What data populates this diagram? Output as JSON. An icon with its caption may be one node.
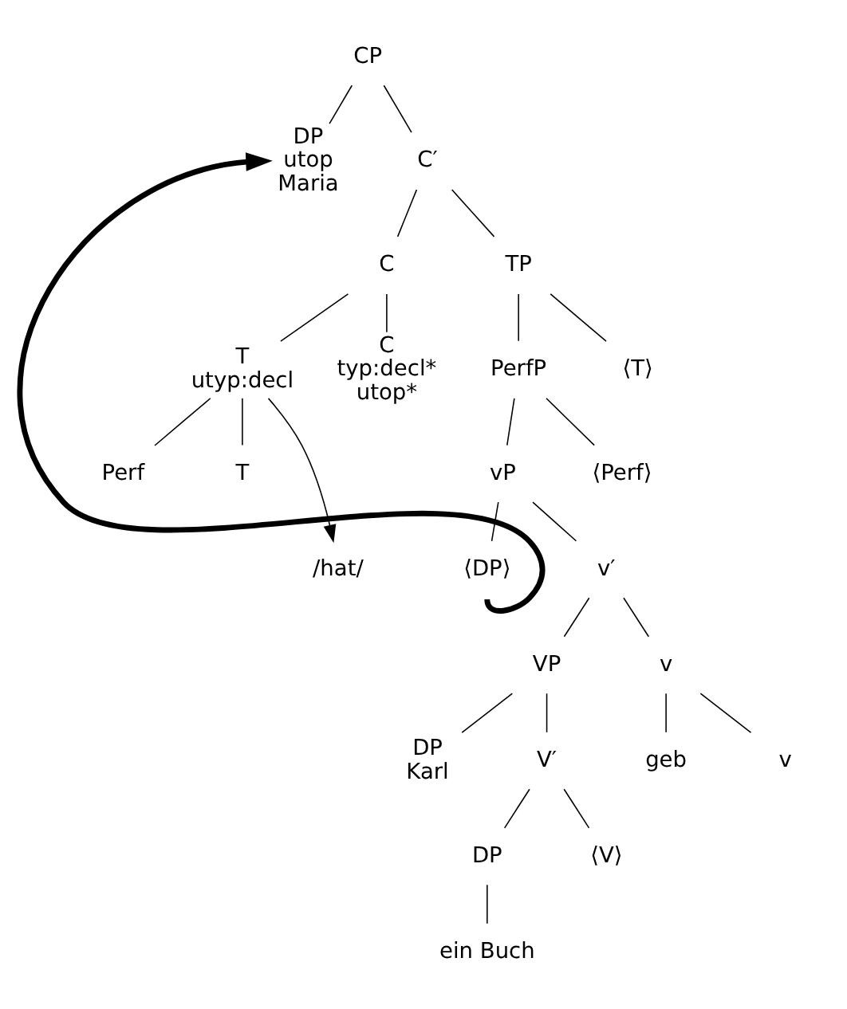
{
  "diagram": {
    "nodes": [
      {
        "text": [
          "CP"
        ]
      },
      {
        "text": [
          "DP",
          "utop",
          "Maria"
        ]
      },
      {
        "text": [
          "C′"
        ]
      },
      {
        "text": [
          "C"
        ]
      },
      {
        "text": [
          "TP"
        ]
      },
      {
        "text": [
          "T",
          "utyp:decl"
        ]
      },
      {
        "text": [
          "C",
          "typ:decl*",
          "utop*"
        ]
      },
      {
        "text": [
          "PerfP"
        ]
      },
      {
        "text": [
          "⟨T⟩"
        ]
      },
      {
        "text": [
          "Perf"
        ]
      },
      {
        "text": [
          "T"
        ]
      },
      {
        "text": [
          "/hat/"
        ]
      },
      {
        "text": [
          "vP"
        ]
      },
      {
        "text": [
          "⟨Perf⟩"
        ]
      },
      {
        "text": [
          "⟨DP⟩"
        ]
      },
      {
        "text": [
          "v′"
        ]
      },
      {
        "text": [
          "VP"
        ]
      },
      {
        "text": [
          "v"
        ]
      },
      {
        "text": [
          "DP",
          "Karl"
        ]
      },
      {
        "text": [
          "V′"
        ]
      },
      {
        "text": [
          "geb"
        ]
      },
      {
        "text": [
          "v"
        ]
      },
      {
        "text": [
          "DP"
        ]
      },
      {
        "text": [
          "⟨V⟩"
        ]
      },
      {
        "text": [
          "ein Buch"
        ]
      }
    ],
    "edges": [
      {
        "from": 0,
        "to": 1,
        "arrow": "none"
      },
      {
        "from": 0,
        "to": 2,
        "arrow": "none"
      },
      {
        "from": 2,
        "to": 3,
        "arrow": "none"
      },
      {
        "from": 2,
        "to": 4,
        "arrow": "none"
      },
      {
        "from": 3,
        "to": 5,
        "arrow": "none"
      },
      {
        "from": 3,
        "to": 6,
        "arrow": "none"
      },
      {
        "from": 4,
        "to": 7,
        "arrow": "none"
      },
      {
        "from": 4,
        "to": 8,
        "arrow": "none"
      },
      {
        "from": 5,
        "to": 9,
        "arrow": "none"
      },
      {
        "from": 5,
        "to": 10,
        "arrow": "none"
      },
      {
        "from": 5,
        "to": 11,
        "arrow": "to"
      },
      {
        "from": 7,
        "to": 12,
        "arrow": "none"
      },
      {
        "from": 7,
        "to": 13,
        "arrow": "none"
      },
      {
        "from": 12,
        "to": 14,
        "arrow": "none"
      },
      {
        "from": 12,
        "to": 15,
        "arrow": "none"
      },
      {
        "from": 15,
        "to": 16,
        "arrow": "none"
      },
      {
        "from": 15,
        "to": 17,
        "arrow": "none"
      },
      {
        "from": 16,
        "to": 18,
        "arrow": "none"
      },
      {
        "from": 16,
        "to": 19,
        "arrow": "none"
      },
      {
        "from": 17,
        "to": 20,
        "arrow": "none"
      },
      {
        "from": 17,
        "to": 21,
        "arrow": "none"
      },
      {
        "from": 19,
        "to": 22,
        "arrow": "none"
      },
      {
        "from": 19,
        "to": 23,
        "arrow": "none"
      },
      {
        "from": 22,
        "to": 24,
        "arrow": "none"
      },
      {
        "from": 14,
        "to": 1,
        "arrow": "to",
        "style": "thick"
      }
    ]
  }
}
